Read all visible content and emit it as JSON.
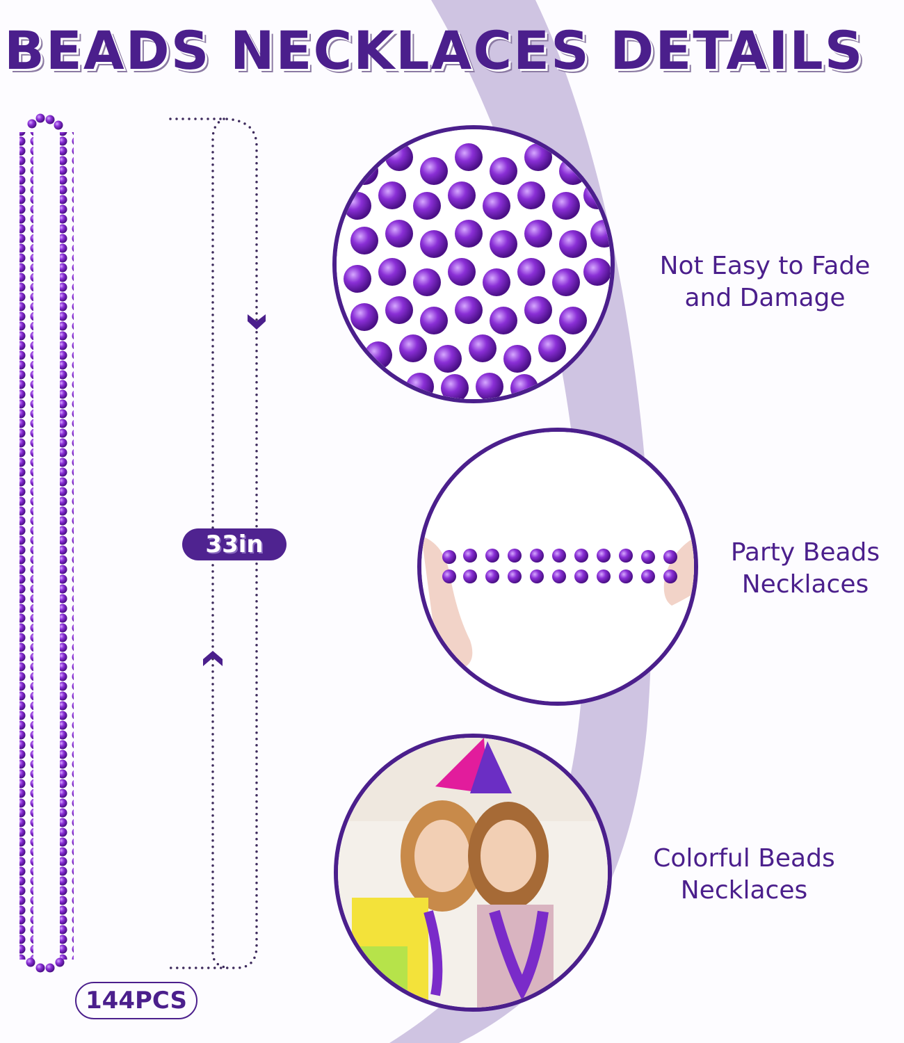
{
  "title": "BEADS NECKLACES DETAILS",
  "measurement": {
    "length_label": "33in",
    "quantity_label": "144PCS"
  },
  "features": [
    {
      "line1": "Not Easy to Fade",
      "line2": "and Damage",
      "image": "closeup-purple-beads"
    },
    {
      "line1": "Party Beads",
      "line2": "Necklaces",
      "image": "hands-stretching-bead-strand"
    },
    {
      "line1": "Colorful Beads",
      "line2": "Necklaces",
      "image": "two-girls-party-hats-wearing-beads"
    }
  ],
  "colors": {
    "primary": "#4b1f8c",
    "arc": "#cfc4e2",
    "background": "#fdfcff",
    "bead": "#7a2bc9"
  }
}
